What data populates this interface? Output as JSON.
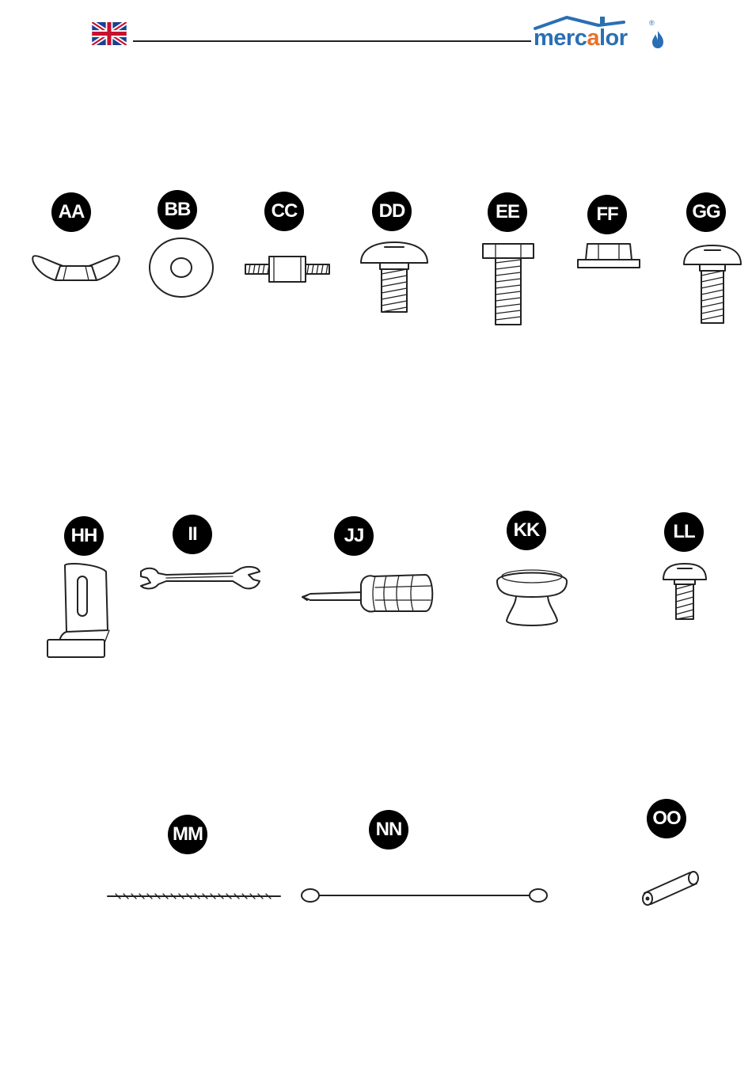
{
  "header": {
    "language_flag_icon": "uk-flag-icon",
    "brand": {
      "part1": "merc",
      "part2": "a",
      "part3": "lor",
      "registered": "®",
      "mark_icon": "flame-icon"
    },
    "colors": {
      "brand_blue": "#2a6fb3",
      "brand_orange": "#e8702a",
      "label_bg": "#000000"
    }
  },
  "parts": [
    {
      "label": "AA",
      "icon": "wing-nut-icon"
    },
    {
      "label": "BB",
      "icon": "flat-washer-icon"
    },
    {
      "label": "CC",
      "icon": "threaded-spacer-icon"
    },
    {
      "label": "DD",
      "icon": "pan-head-screw-icon"
    },
    {
      "label": "EE",
      "icon": "hex-bolt-icon"
    },
    {
      "label": "FF",
      "icon": "flange-nut-icon"
    },
    {
      "label": "GG",
      "icon": "pan-head-screw-icon"
    },
    {
      "label": "HH",
      "icon": "slotted-bracket-icon"
    },
    {
      "label": "II",
      "icon": "open-end-wrench-icon"
    },
    {
      "label": "JJ",
      "icon": "phillips-screwdriver-icon"
    },
    {
      "label": "KK",
      "icon": "knob-icon"
    },
    {
      "label": "LL",
      "icon": "short-screw-icon"
    },
    {
      "label": "MM",
      "icon": "twisted-wire-icon"
    },
    {
      "label": "NN",
      "icon": "wire-loop-cable-icon"
    },
    {
      "label": "OO",
      "icon": "battery-icon"
    }
  ]
}
